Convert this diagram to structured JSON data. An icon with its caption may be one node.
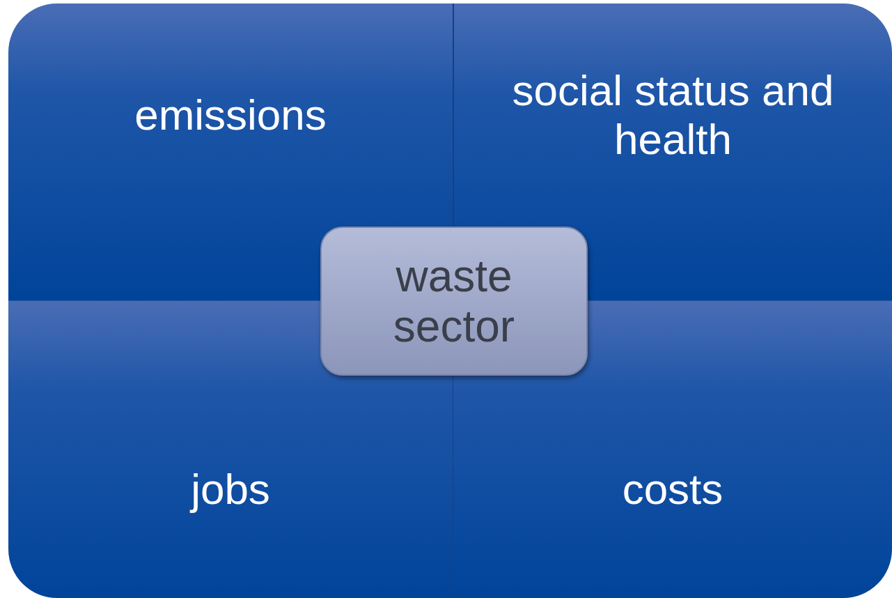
{
  "diagram": {
    "nodes": [
      {
        "text": [
          "emissions"
        ]
      },
      {
        "text": [
          "social status and health"
        ]
      },
      {
        "text": [
          "jobs"
        ]
      },
      {
        "text": [
          "costs"
        ]
      },
      {
        "text": [
          "waste sector"
        ]
      }
    ]
  }
}
